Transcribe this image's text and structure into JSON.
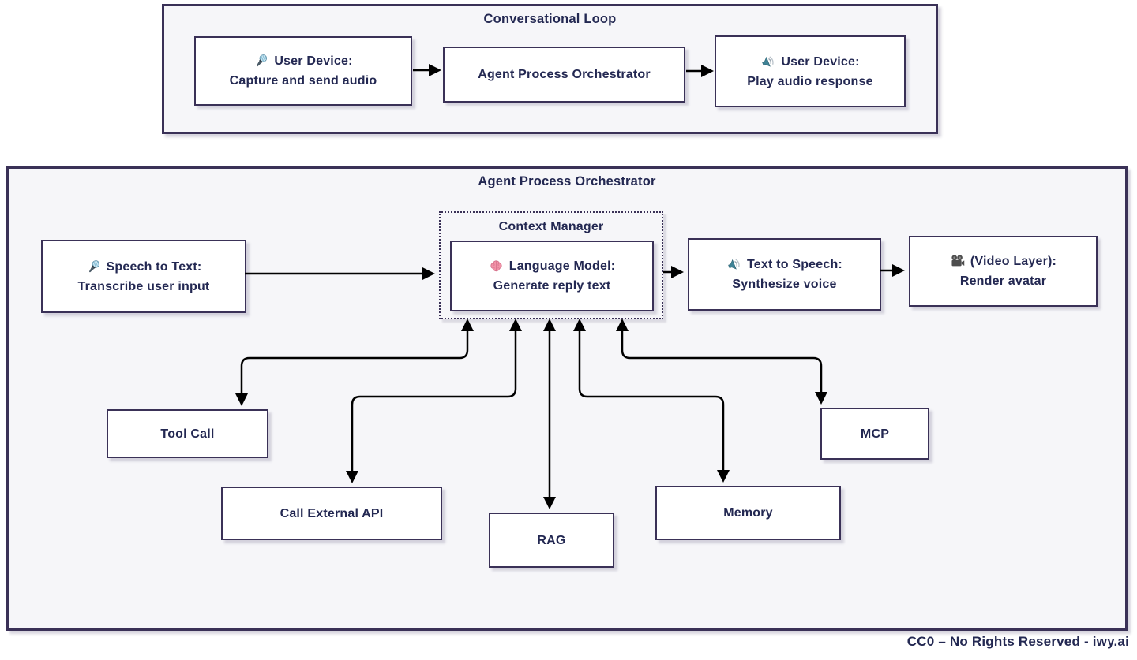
{
  "colors": {
    "background": "#ffffff",
    "container_fill": "#f6f6f9",
    "node_fill": "#ffffff",
    "border": "#3a3157",
    "text": "#232852",
    "arrow": "#000000"
  },
  "footer": {
    "license_text": "CC0 – No Rights Reserved - iwy.ai"
  },
  "conversational_loop": {
    "title": "Conversational Loop",
    "nodes": {
      "capture_audio": {
        "icon": "microphone-icon",
        "line1": "User Device:",
        "line2": "Capture and send audio"
      },
      "orchestrator": {
        "label": "Agent Process Orchestrator"
      },
      "play_audio": {
        "icon": "speaker-icon",
        "line1": "User Device:",
        "line2": "Play audio response"
      }
    }
  },
  "agent_process_orchestrator": {
    "title": "Agent Process Orchestrator",
    "nodes": {
      "speech_to_text": {
        "icon": "microphone-icon",
        "line1": "Speech to Text:",
        "line2": "Transcribe user input"
      },
      "context_manager": {
        "title": "Context Manager"
      },
      "language_model": {
        "icon": "brain-icon",
        "line1": "Language Model:",
        "line2": "Generate reply text"
      },
      "text_to_speech": {
        "icon": "speaker-icon",
        "line1": "Text to Speech:",
        "line2": "Synthesize voice"
      },
      "video_layer": {
        "icon": "movie-camera-icon",
        "line1": "(Video Layer):",
        "line2": "Render avatar"
      },
      "tool_call": {
        "label": "Tool Call"
      },
      "call_external_api": {
        "label": "Call External API"
      },
      "rag": {
        "label": "RAG"
      },
      "memory": {
        "label": "Memory"
      },
      "mcp": {
        "label": "MCP"
      }
    }
  }
}
